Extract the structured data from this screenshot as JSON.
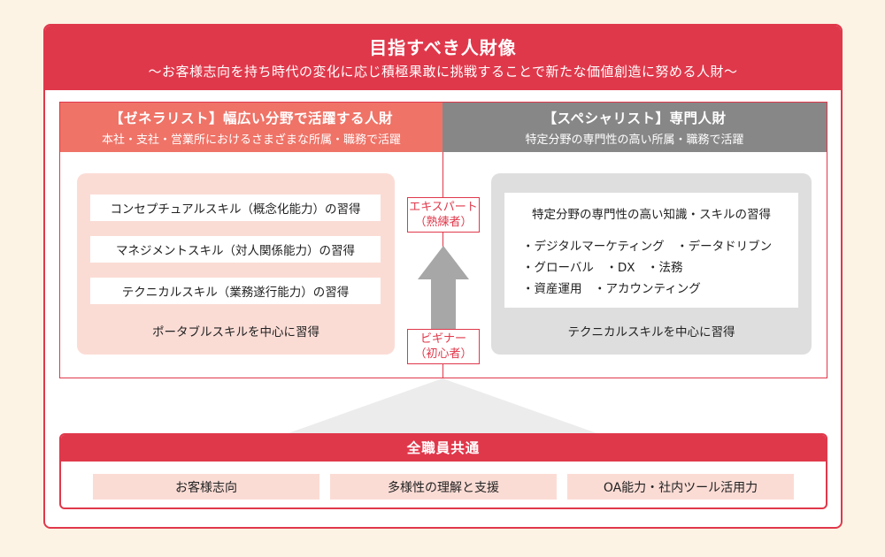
{
  "header": {
    "title": "目指すべき人財像",
    "subtitle": "〜お客様志向を持ち時代の変化に応じ積極果敢に挑戦することで新たな価値創造に努める人財〜"
  },
  "generalist": {
    "title": "【ゼネラリスト】幅広い分野で活躍する人財",
    "subtitle": "本社・支社・営業所におけるさまざまな所属・職務で活躍",
    "skills": [
      "コンセプチュアルスキル（概念化能力）の習得",
      "マネジメントスキル（対人関係能力）の習得",
      "テクニカルスキル（業務遂行能力）の習得"
    ],
    "footer": "ポータブルスキルを中心に習得"
  },
  "specialist": {
    "title": "【スペシャリスト】専門人財",
    "subtitle": "特定分野の専門性の高い所属・職務で活躍",
    "box_title": "特定分野の専門性の高い知識・スキルの習得",
    "fields": [
      "・デジタルマーケティング　・データドリブン",
      "・グローバル　・DX　・法務",
      "・資産運用　・アカウンティング"
    ],
    "footer": "テクニカルスキルを中心に習得"
  },
  "levels": {
    "expert": {
      "label": "エキスパート",
      "sub": "（熟練者）"
    },
    "beginner": {
      "label": "ビギナー",
      "sub": "（初心者）"
    }
  },
  "common": {
    "title": "全職員共通",
    "items": [
      "お客様志向",
      "多様性の理解と支援",
      "OA能力・社内ツール活用力"
    ]
  },
  "colors": {
    "accent": "#e0384b",
    "generalist": "#ef7367",
    "specialist": "#878787",
    "arrow": "#a7a7a7"
  }
}
